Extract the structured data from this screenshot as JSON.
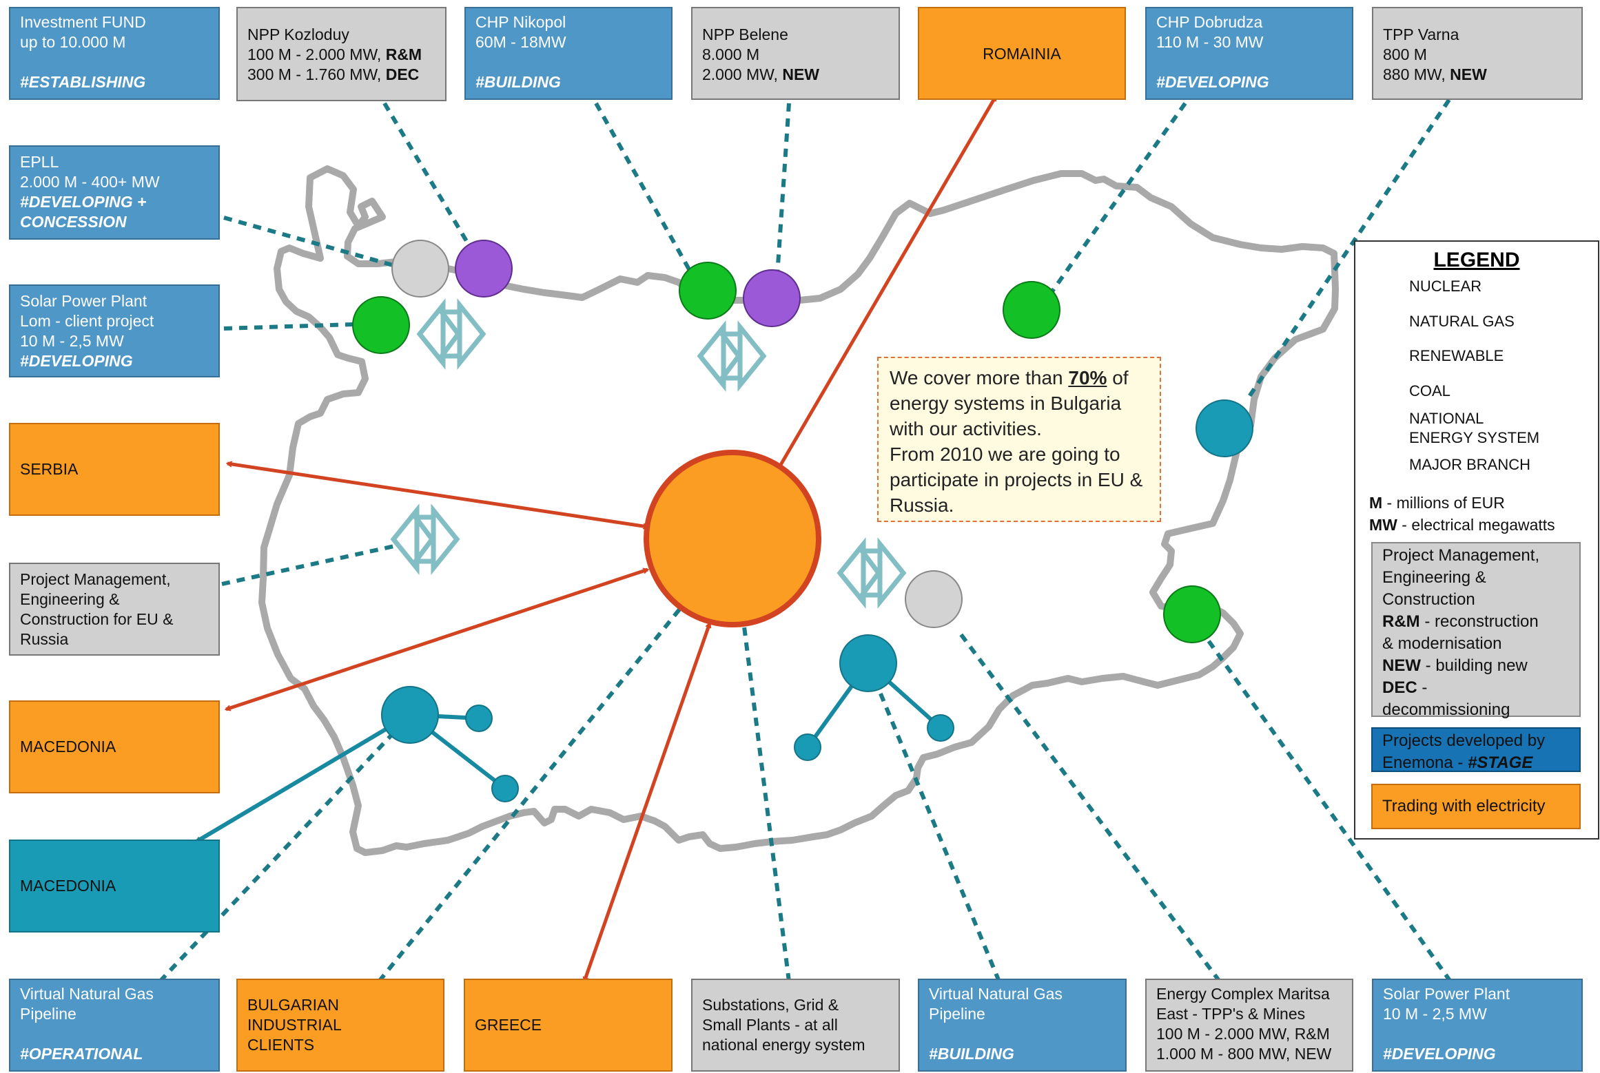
{
  "colors": {
    "nuclear": "#9b59d8",
    "natural_gas": "#1a9bb5",
    "renewable": "#13c126",
    "coal": "#d3d3d3",
    "national": "#fb9d23",
    "arrow": "#d24421",
    "dotted": "#1b7a86",
    "border": "#a9a9a9"
  },
  "boxes": {
    "investment_fund": {
      "line1": "Investment FUND",
      "line2": "up to 10.000 M",
      "tag": "#ESTABLISHING"
    },
    "npp_kozloduy": {
      "line1": "NPP Kozloduy",
      "line2": "100 M - 2.000 MW, ",
      "line2_bold": "R&M",
      "line3": "300 M - 1.760 MW, ",
      "line3_bold": "DEC"
    },
    "chp_nikopol": {
      "line1": "CHP Nikopol",
      "line2": "60M - 18MW",
      "tag": "#BUILDING"
    },
    "npp_belene": {
      "line1": "NPP Belene",
      "line2": "8.000 M",
      "line3": "2.000 MW, ",
      "line3_bold": "NEW"
    },
    "romania": {
      "label": "ROMAINIA"
    },
    "chp_dobrudza": {
      "line1": "CHP Dobrudza",
      "line2": "110 M - 30 MW",
      "tag": "#DEVELOPING"
    },
    "tpp_varna": {
      "line1": "TPP Varna",
      "line2": "800 M",
      "line3": "880 MW, ",
      "line3_bold": "NEW"
    },
    "epll": {
      "line1": "EPLL",
      "line2": "2.000 M - 400+ MW",
      "tag1": "#DEVELOPING +",
      "tag2": "CONCESSION"
    },
    "solar_lom": {
      "line1": "Solar Power Plant",
      "line2": "Lom - client project",
      "line3": "10 M - 2,5 MW",
      "tag": "#DEVELOPING"
    },
    "serbia": {
      "label": "SERBIA"
    },
    "pm_eu": {
      "line1": "Project Management,",
      "line2": "Engineering &",
      "line3": "Construction for EU &",
      "line4": "Russia"
    },
    "macedonia_trade": {
      "label": "MACEDONIA"
    },
    "macedonia_gas": {
      "label": "MACEDONIA"
    },
    "vngp_operational": {
      "line1": "Virtual Natural Gas",
      "line2": "Pipeline",
      "tag": "#OPERATIONAL"
    },
    "bg_industrial": {
      "line1": "BULGARIAN",
      "line2": "INDUSTRIAL",
      "line3": "CLIENTS"
    },
    "greece": {
      "label": "GREECE"
    },
    "substations": {
      "line1": "Substations, Grid &",
      "line2": "Small Plants - at all",
      "line3": "national energy system"
    },
    "vngp_building": {
      "line1": "Virtual Natural Gas",
      "line2": "Pipeline",
      "tag": "#BUILDING"
    },
    "maritsa": {
      "line1": "Energy Complex Maritsa",
      "line2": "East - TPP's & Mines",
      "line3": "100 M - 2.000 MW, R&M",
      "line4": "1.000 M - 800 MW, NEW"
    },
    "solar_east": {
      "line1": "Solar Power Plant",
      "line2": "10 M - 2,5 MW",
      "tag": "#DEVELOPING"
    }
  },
  "info": {
    "part1": "We cover more than ",
    "highlight": "70%",
    "part2": " of energy systems in Bulgaria with our activities.",
    "part3": "From 2010 we are going to participate in projects in EU & Russia."
  },
  "legend": {
    "title": "LEGEND",
    "items": {
      "nuclear": "NUCLEAR",
      "natural_gas": "NATURAL GAS",
      "renewable": "RENEWABLE",
      "coal": "COAL",
      "national1": "NATIONAL",
      "national2": "ENERGY SYSTEM",
      "branch": "MAJOR BRANCH"
    },
    "units": {
      "m_key": "M",
      "m_text": " - millions of EUR",
      "mw_key": "MW",
      "mw_text": " - electrical megawatts"
    },
    "pm": {
      "l1": "Project Management,",
      "l2": "Engineering &",
      "l3": "Construction",
      "rm_key": "R&M",
      "rm_text": " - reconstruction",
      "rm_text2": "& modernisation",
      "new_key": "NEW",
      "new_text": " - building new",
      "dec_key": "DEC",
      "dec_text": " -",
      "dec_text2": "decommissioning"
    },
    "enemona1": "Projects developed by",
    "enemona2": "Enemona - ",
    "enemona_tag": "#STAGE",
    "trading": "Trading with electricity"
  }
}
